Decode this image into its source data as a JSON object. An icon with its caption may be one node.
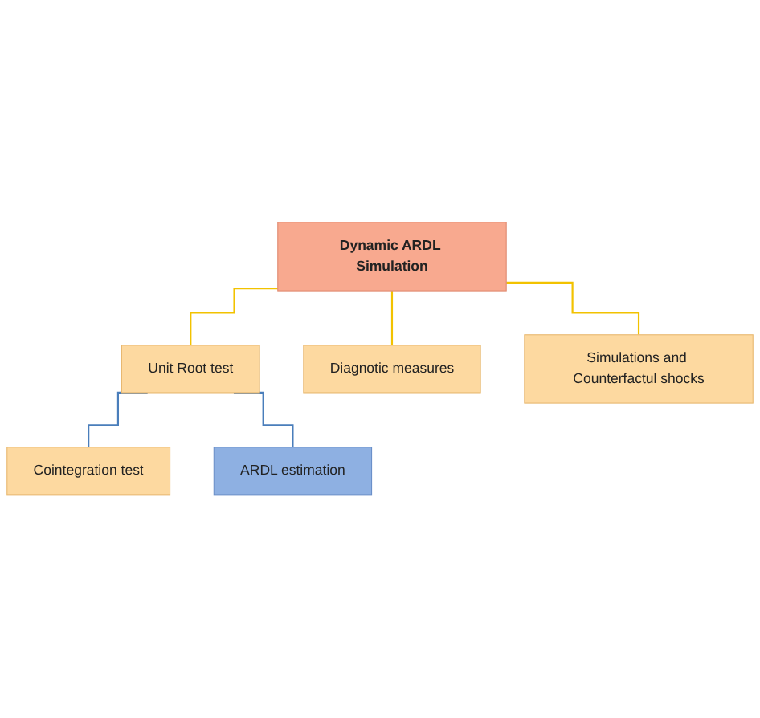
{
  "diagram": {
    "nodes": [
      {
        "text": [
          "Dynamic ARDL Simulation"
        ]
      },
      {
        "text": [
          "Unit Root test"
        ]
      },
      {
        "text": [
          "Cointegration test"
        ]
      },
      {
        "text": [
          "ARDL estimation"
        ]
      },
      {
        "text": [
          "Diagnotic measures"
        ]
      },
      {
        "text": [
          "Simulations and Counterfactul shocks"
        ]
      }
    ],
    "edges": [
      {
        "from": 0,
        "to": 1,
        "arrow": "none"
      },
      {
        "from": 1,
        "to": 2,
        "arrow": "none",
        "color": "#4a7ebb"
      },
      {
        "from": 1,
        "to": 3,
        "arrow": "none",
        "color": "#4a7ebb"
      },
      {
        "from": 0,
        "to": 4,
        "arrow": "none"
      },
      {
        "from": 0,
        "to": 5,
        "arrow": "none"
      }
    ]
  }
}
